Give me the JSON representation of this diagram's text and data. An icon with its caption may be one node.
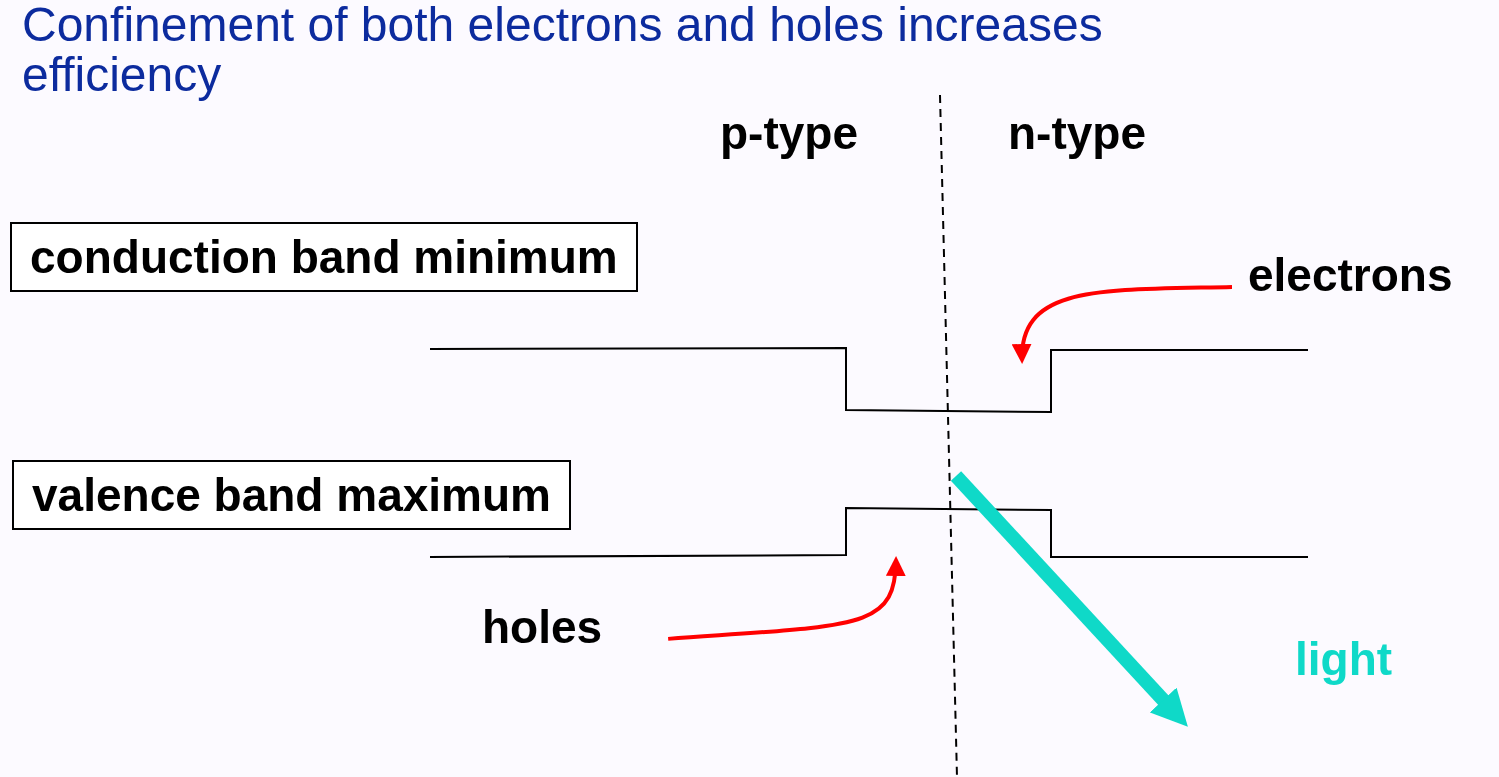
{
  "diagram": {
    "title": "Confinement of both electrons and holes increases efficiency",
    "nodes": [
      {
        "text": [
          "conduction band minimum"
        ]
      },
      {
        "text": [
          "valence band maximum"
        ]
      },
      {
        "text": [
          "electrons"
        ]
      },
      {
        "text": [
          "holes"
        ]
      }
    ],
    "edges": [
      {
        "from": 2,
        "to": null,
        "arrow": "to",
        "color": "#ff0000"
      },
      {
        "from": 3,
        "to": null,
        "arrow": "to",
        "color": "#ff0000"
      }
    ],
    "labels": [
      "p-type",
      "n-type",
      "light"
    ]
  }
}
